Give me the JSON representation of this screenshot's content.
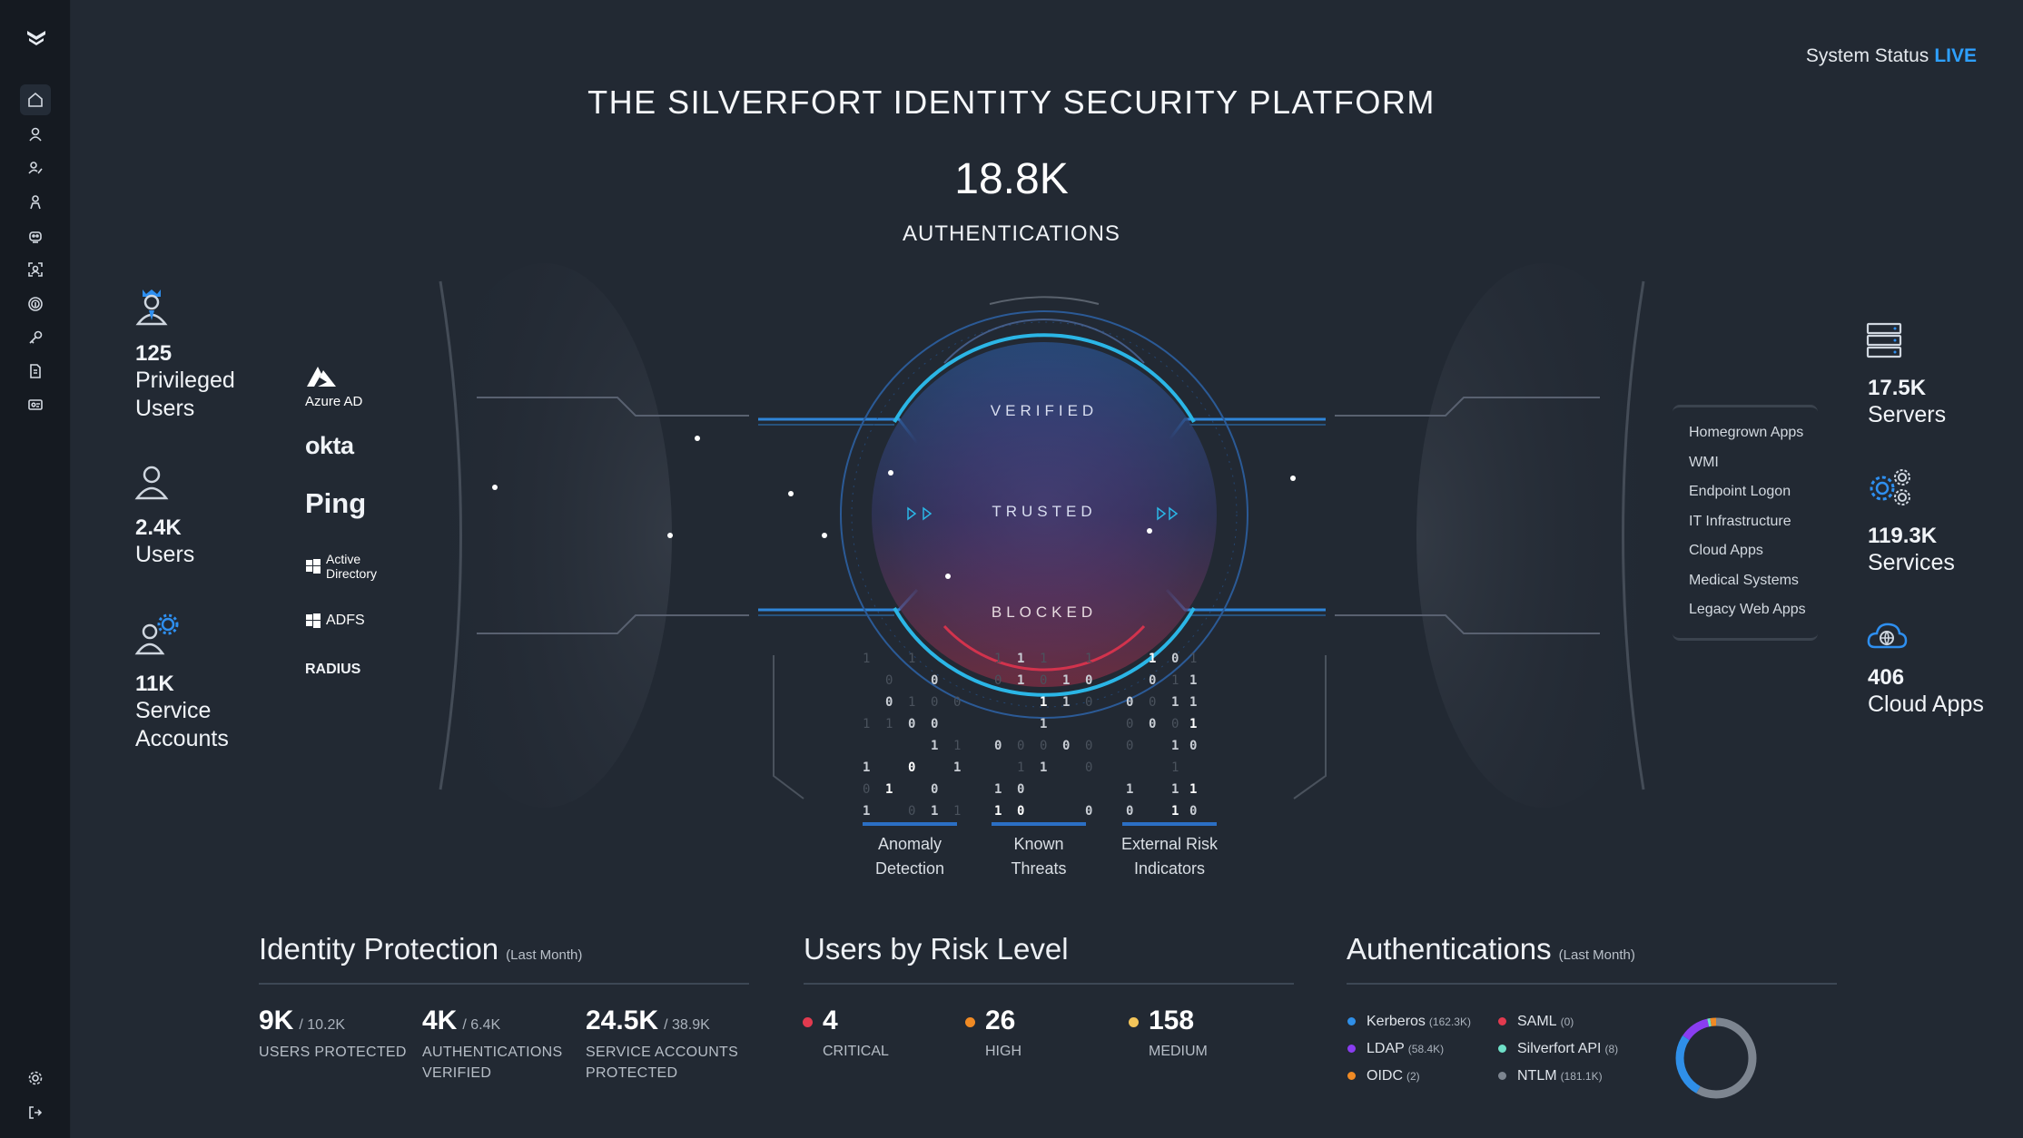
{
  "status": {
    "label": "System Status",
    "live": "LIVE"
  },
  "title": "THE SILVERFORT IDENTITY SECURITY PLATFORM",
  "authentications": {
    "count": "18.8K",
    "label": "AUTHENTICATIONS"
  },
  "sidebar": {
    "items": [
      "home-icon",
      "user-icon",
      "users-edit-icon",
      "person-icon",
      "robot-icon",
      "scan-user-icon",
      "fingerprint-icon",
      "key-icon",
      "document-icon",
      "id-card-icon"
    ],
    "bottom": [
      "settings-icon",
      "logout-icon"
    ]
  },
  "left_stats": [
    {
      "num": "125",
      "label1": "Privileged",
      "label2": "Users",
      "icon": "privileged-user-icon"
    },
    {
      "num": "2.4K",
      "label1": "Users",
      "label2": "",
      "icon": "user-icon"
    },
    {
      "num": "11K",
      "label1": "Service",
      "label2": "Accounts",
      "icon": "service-account-icon"
    }
  ],
  "identity_providers": [
    "Azure AD",
    "okta",
    "Ping",
    "Active Directory",
    "ADFS",
    "RADIUS"
  ],
  "core": {
    "verified": "VERIFIED",
    "trusted": "TRUSTED",
    "blocked": "BLOCKED"
  },
  "detectors": [
    {
      "line1": "Anomaly",
      "line2": "Detection"
    },
    {
      "line1": "Known",
      "line2": "Threats"
    },
    {
      "line1": "External Risk",
      "line2": "Indicators"
    }
  ],
  "services_list": [
    "Homegrown Apps",
    "WMI",
    "Endpoint Logon",
    "IT Infrastructure",
    "Cloud Apps",
    "Medical Systems",
    "Legacy Web Apps"
  ],
  "right_stats": [
    {
      "num": "17.5K",
      "label": "Servers",
      "icon": "server-icon"
    },
    {
      "num": "119.3K",
      "label": "Services",
      "icon": "gears-icon"
    },
    {
      "num": "406",
      "label": "Cloud Apps",
      "icon": "cloud-globe-icon"
    }
  ],
  "identity_protection": {
    "title": "Identity Protection",
    "sub": "(Last Month)",
    "metrics": [
      {
        "value": "9K",
        "of": "/ 10.2K",
        "cap1": "USERS PROTECTED",
        "cap2": ""
      },
      {
        "value": "4K",
        "of": "/ 6.4K",
        "cap1": "AUTHENTICATIONS",
        "cap2": "VERIFIED"
      },
      {
        "value": "24.5K",
        "of": "/ 38.9K",
        "cap1": "SERVICE ACCOUNTS",
        "cap2": "PROTECTED"
      }
    ]
  },
  "risk_level": {
    "title": "Users by Risk Level",
    "levels": [
      {
        "value": "4",
        "cap": "CRITICAL",
        "color": "#e23a4f"
      },
      {
        "value": "26",
        "cap": "HIGH",
        "color": "#f08a24"
      },
      {
        "value": "158",
        "cap": "MEDIUM",
        "color": "#f3c55a"
      }
    ]
  },
  "auth_breakdown": {
    "title": "Authentications",
    "sub": "(Last Month)",
    "items": [
      {
        "name": "Kerberos",
        "count": "(162.3K)",
        "color": "#2f8fe8"
      },
      {
        "name": "LDAP",
        "count": "(58.4K)",
        "color": "#8a3df0"
      },
      {
        "name": "OIDC",
        "count": "(2)",
        "color": "#f08a24"
      },
      {
        "name": "SAML",
        "count": "(0)",
        "color": "#e23a4f"
      },
      {
        "name": "Silverfort API",
        "count": "(8)",
        "color": "#6fe0c8"
      },
      {
        "name": "NTLM",
        "count": "(181.1K)",
        "color": "#7d8590"
      }
    ]
  }
}
